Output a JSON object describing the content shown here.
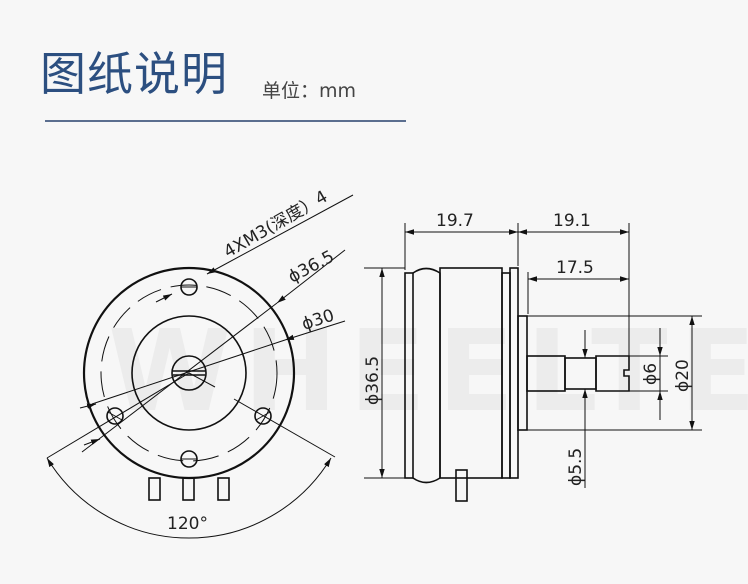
{
  "header": {
    "title": "图纸说明",
    "unit_label": "单位：mm"
  },
  "watermark": "WHEELTEC",
  "front_view": {
    "thread_note": "4XM3(深度）4",
    "outer_diameter": "ϕ36.5",
    "hole_circle_diameter": "ϕ30",
    "angle": "120°"
  },
  "side_view": {
    "body_length": "19.7",
    "shaft_length": "19.1",
    "shaft_exposed_length": "17.5",
    "body_diameter": "ϕ36.5",
    "boss_diameter": "ϕ20",
    "shaft_diameter": "ϕ6",
    "groove_diameter": "ϕ5.5"
  }
}
